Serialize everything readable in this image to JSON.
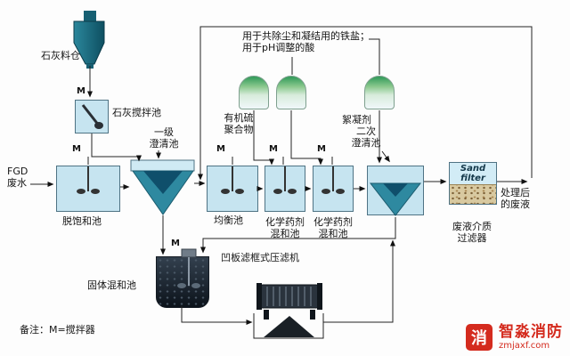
{
  "colors": {
    "tank_fill": "#c6e4f0",
    "tank_border": "#4f7384",
    "clarifier_cone": "#2e89a0",
    "clarifier_inner": "#0f4f6b",
    "silo_teal": "#176073",
    "dome_green": "#2f9a58",
    "sand": "#d8c9a0",
    "line": "#222222",
    "logo_red": "#d42b1e"
  },
  "top_note": "用于共除尘和凝结用的铁盐；\n用于pH调整的酸",
  "labels": {
    "lime_silo": "石灰料仓",
    "lime_mixing_tank": "石灰搅拌池",
    "primary_clarifier": "一级\n澄清池",
    "fgd_wastewater": "FGD\n废水",
    "desaturation_tank": "脱饱和池",
    "equalization_tank": "均衡池",
    "organic_sulfur_polymer": "有机硫\n聚合物",
    "chemical_tank_1": "化学药剂\n混和池",
    "chemical_tank_2": "化学药剂\n混和池",
    "flocculant": "絮凝剂",
    "secondary_clarifier": "二次\n澄清池",
    "sand_filter": "Sand\nfilter",
    "media_filter": "废液介质\n过滤器",
    "treated_effluent": "处理后\n的废液",
    "solid_mixing_tank": "固体混和池",
    "filter_press": "凹板滤框式压滤机",
    "note": "备注：M=搅拌器",
    "mixer": "M"
  },
  "logo": {
    "icon_char": "消",
    "name": "智淼消防",
    "domain": "zmjaxf.com"
  }
}
